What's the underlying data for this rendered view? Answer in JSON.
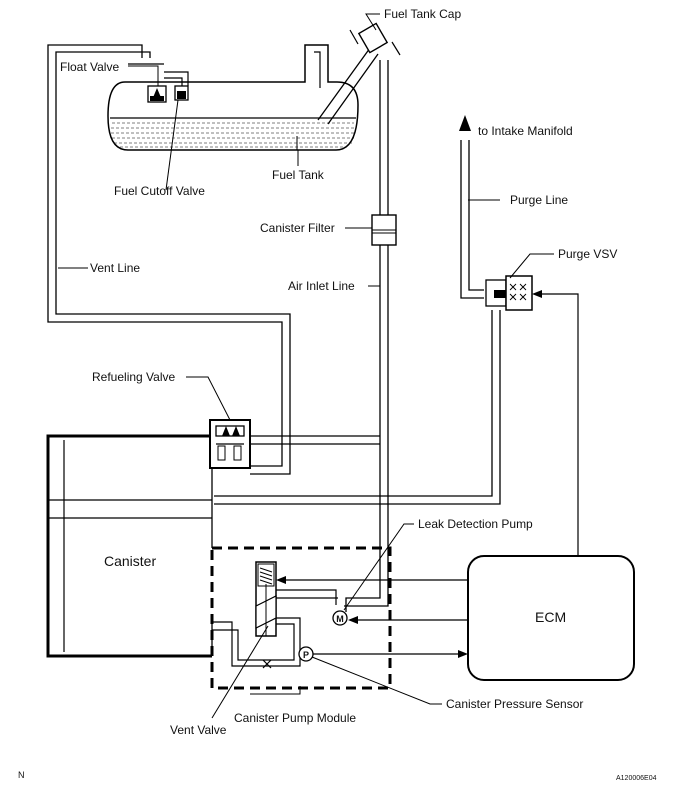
{
  "labels": {
    "fuel_tank_cap": "Fuel Tank Cap",
    "float_valve": "Float Valve",
    "fuel_cutoff_valve": "Fuel Cutoff Valve",
    "fuel_tank": "Fuel Tank",
    "to_intake_manifold": "to Intake Manifold",
    "purge_line": "Purge Line",
    "canister_filter": "Canister Filter",
    "vent_line": "Vent Line",
    "air_inlet_line": "Air Inlet Line",
    "purge_vsv": "Purge VSV",
    "refueling_valve": "Refueling Valve",
    "leak_detection_pump": "Leak Detection Pump",
    "canister": "Canister",
    "ecm": "ECM",
    "vent_valve": "Vent Valve",
    "canister_pump_module": "Canister Pump Module",
    "canister_pressure_sensor": "Canister Pressure Sensor",
    "pump_symbol": "M",
    "pressure_symbol": "P"
  },
  "footer": {
    "left_mark": "N",
    "figure_id": "A120006E04"
  }
}
